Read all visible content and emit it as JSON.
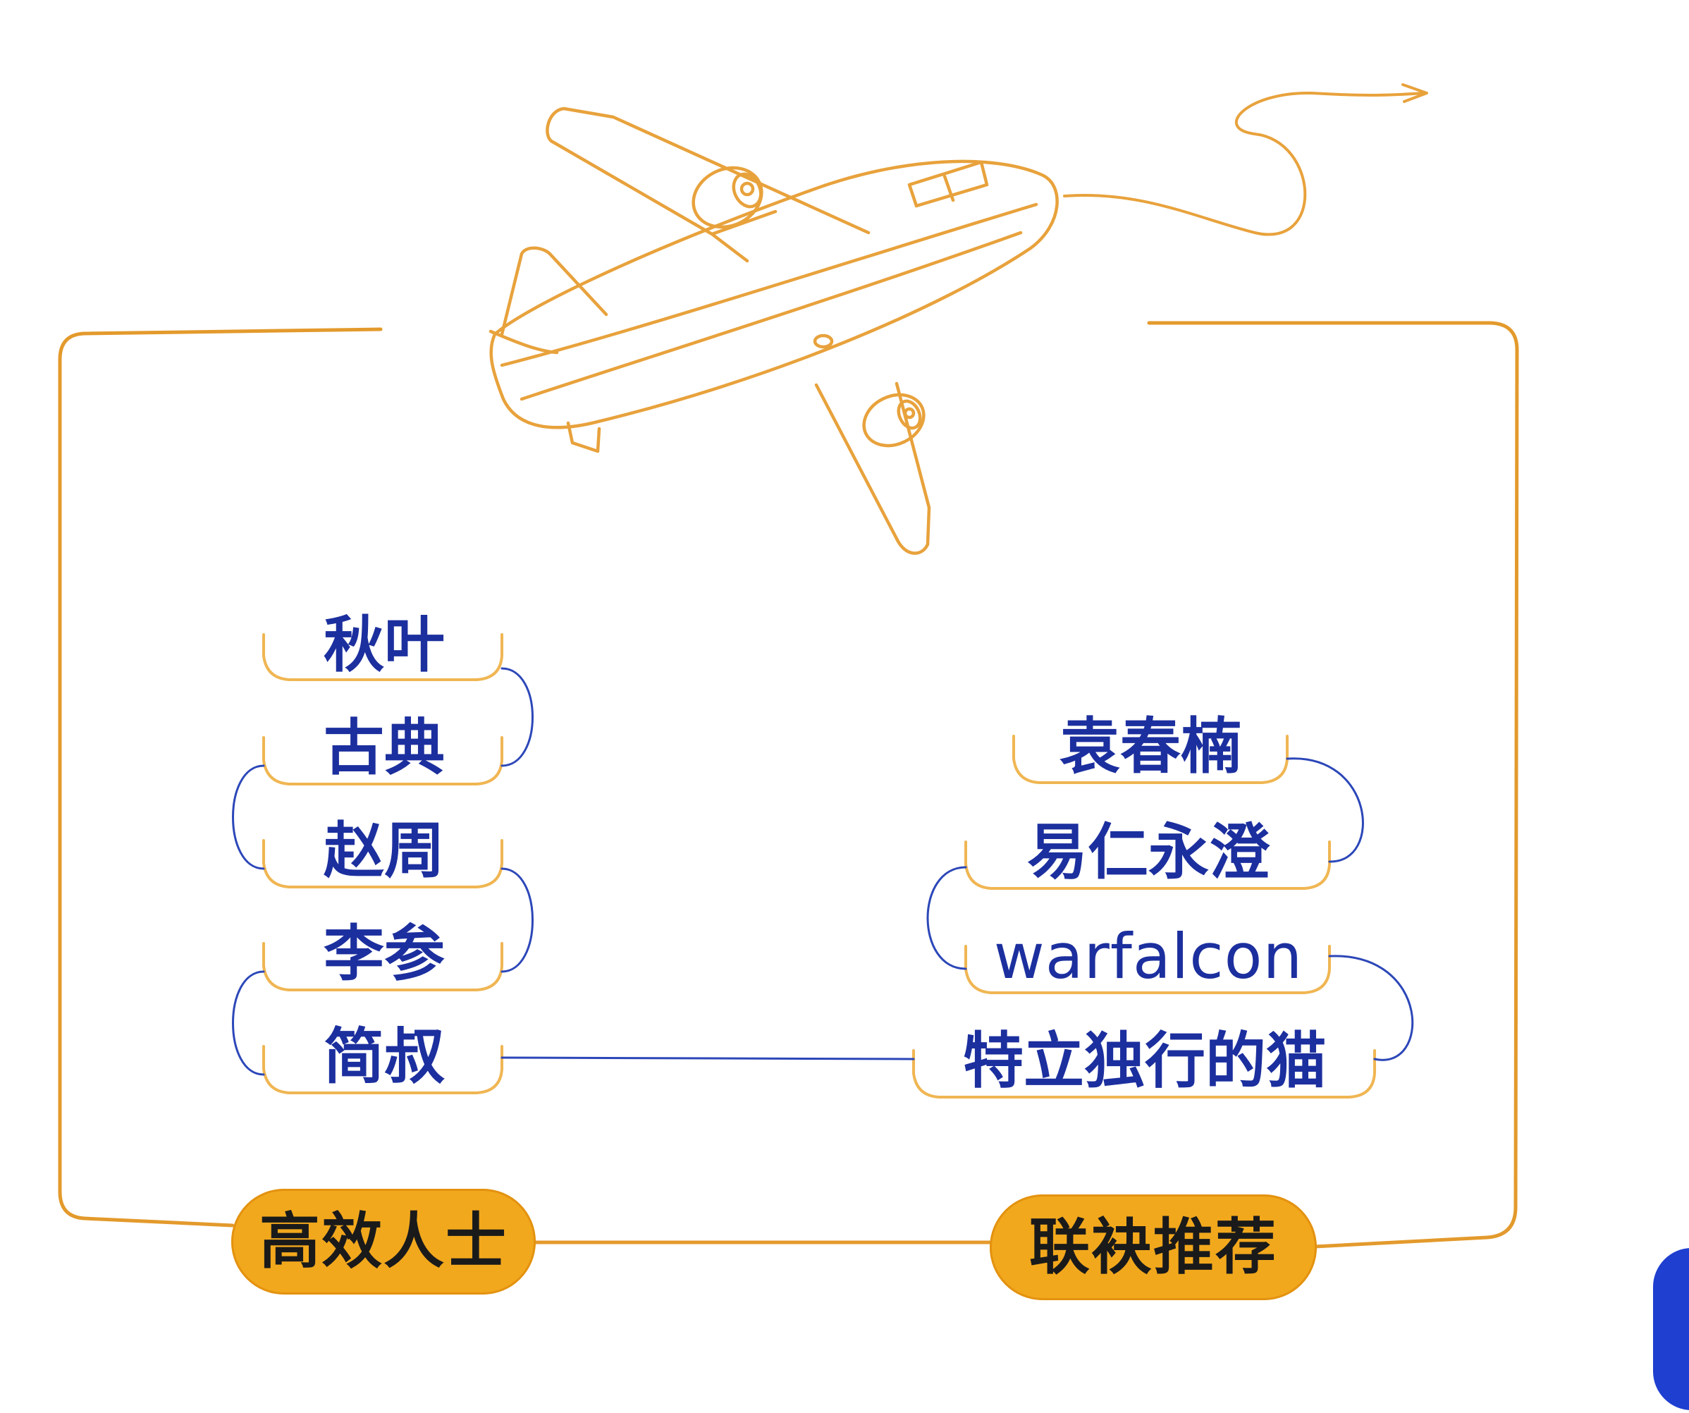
{
  "left_group": {
    "label": "高效人士",
    "names": [
      "秋叶",
      "古典",
      "赵周",
      "李参",
      "简叔"
    ]
  },
  "right_group": {
    "label": "联袂推荐",
    "names": [
      "袁春楠",
      "易仁永澄",
      "warfalcon",
      "特立独行的猫"
    ]
  },
  "colors": {
    "orange": "#f2a81d",
    "orange_line": "#e39a2c",
    "blue_text": "#1c2f9e",
    "blue_line": "#2c47b8"
  },
  "icons": [
    "airplane-icon",
    "flight-path-arrow-icon"
  ]
}
